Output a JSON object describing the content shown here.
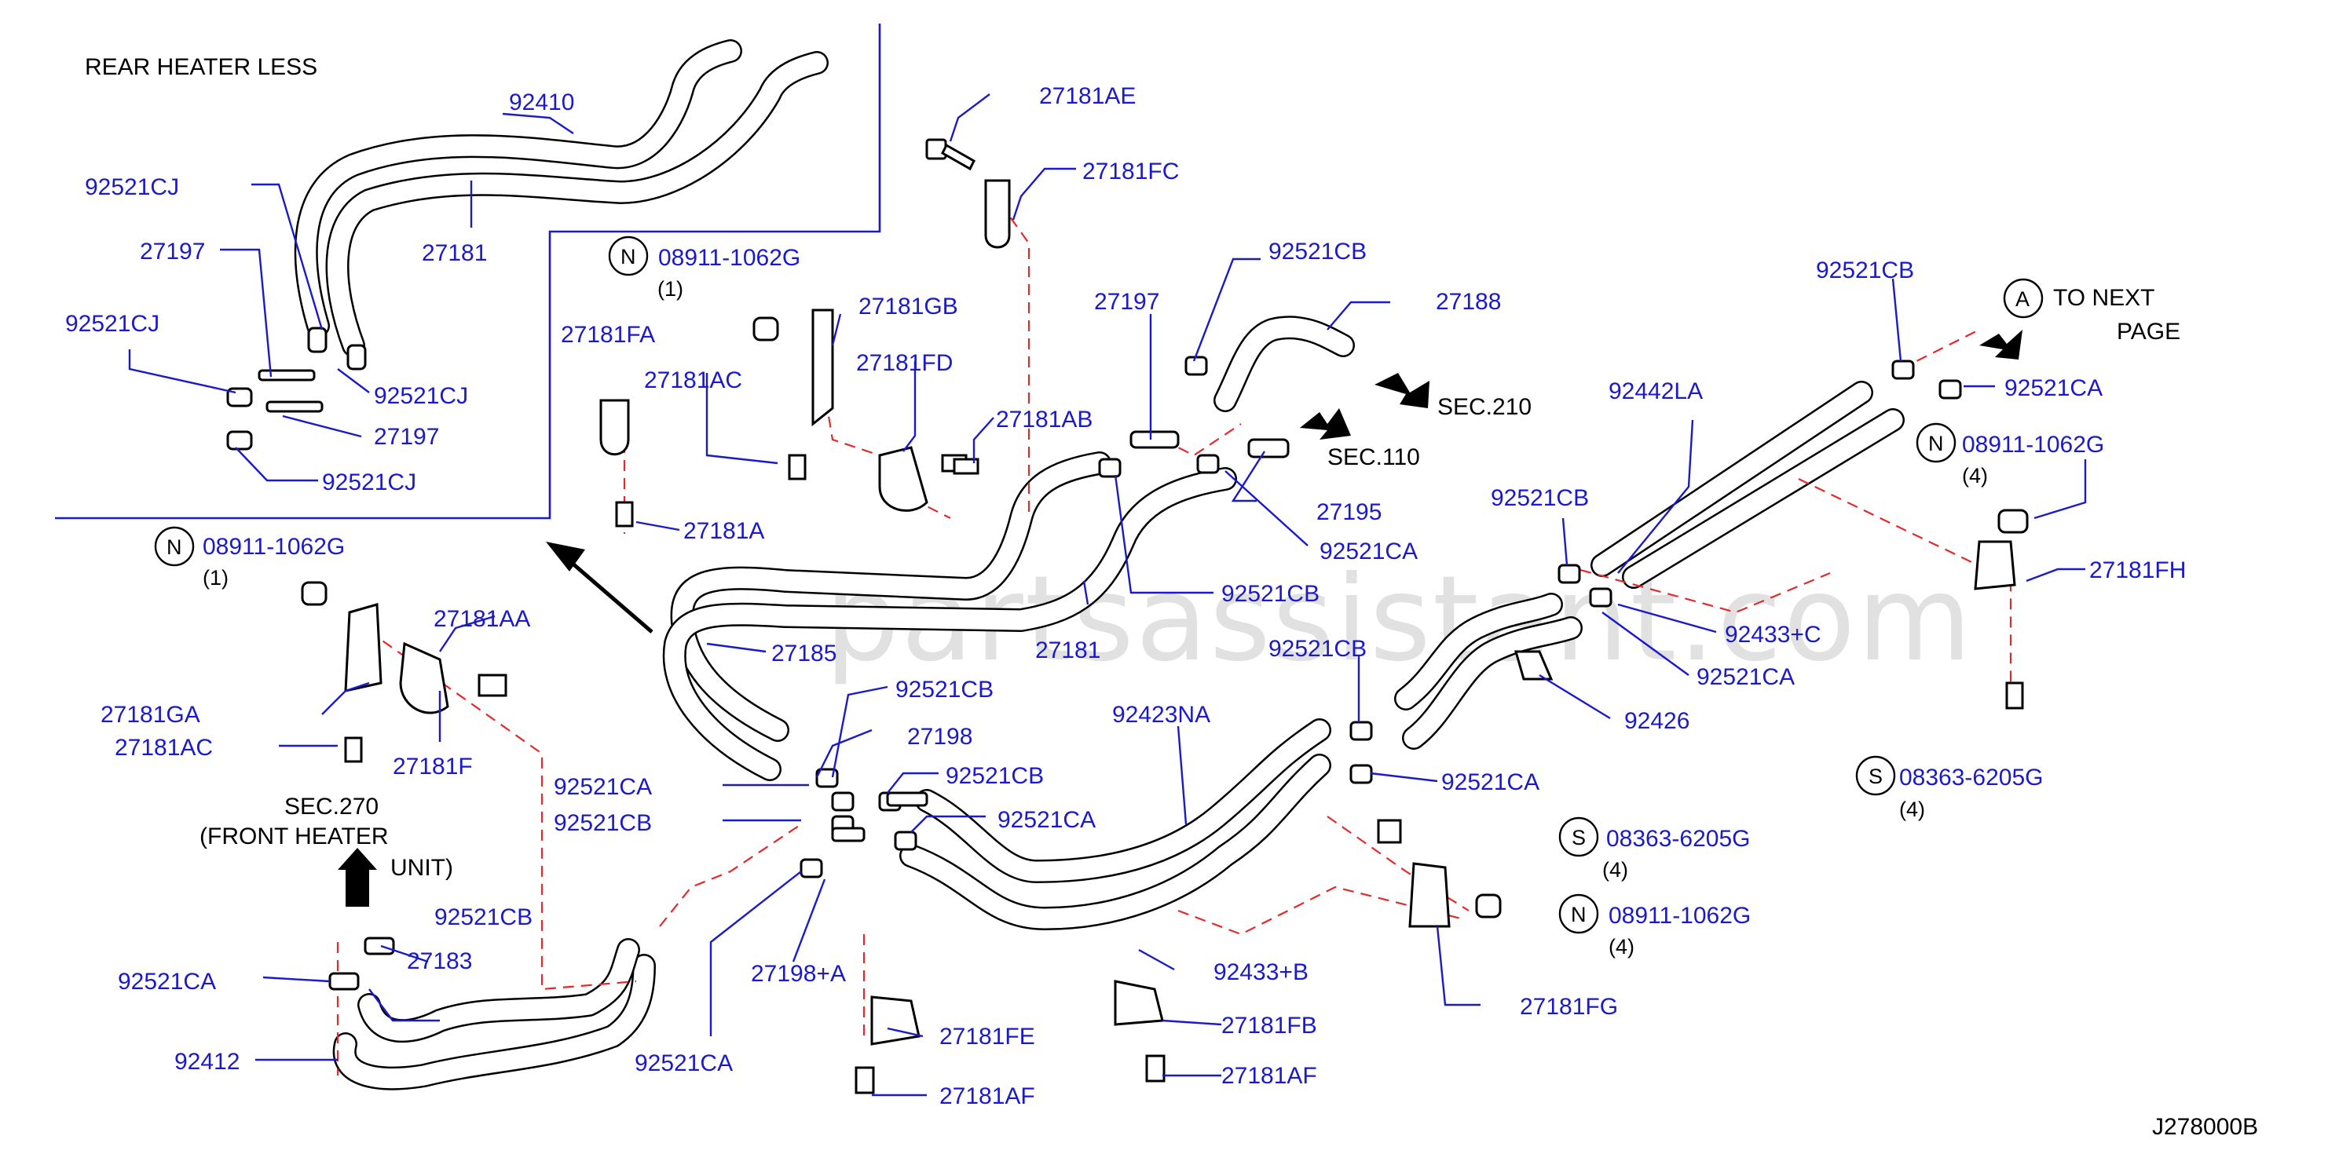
{
  "diagram_id": "J278000B",
  "watermark": "partsassistant.com",
  "notes": {
    "rear_heater_less": "REAR   HEATER   LESS",
    "to_next_page_line1": "TO   NEXT",
    "to_next_page_line2": "PAGE",
    "sec210": "SEC.210",
    "sec110": "SEC.110",
    "sec270_line1": "SEC.270",
    "sec270_line2": "(FRONT   HEATER",
    "sec270_line3": "UNIT)"
  },
  "markers": {
    "N": "N",
    "S": "S",
    "A": "A"
  },
  "quantities": {
    "q1a": "(1)",
    "q1b": "(1)",
    "q4a": "(4)",
    "q4b": "(4)",
    "q4c": "(4)",
    "q4d": "(4)"
  },
  "labels": {
    "p92410": "92410",
    "p92521CJ_a": "92521CJ",
    "p27181_inset": "27181",
    "p27197_a": "27197",
    "p92521CJ_b": "92521CJ",
    "p92521CJ_c": "92521CJ",
    "p27197_b": "27197",
    "p92521CJ_d": "92521CJ",
    "p08911_a": "08911-1062G",
    "p27181FA": "27181FA",
    "p27181AC_a": "27181AC",
    "p27181GB": "27181GB",
    "p27181FD": "27181FD",
    "p27181AB": "27181AB",
    "p27181A": "27181A",
    "p27181AE": "27181AE",
    "p27181FC": "27181FC",
    "p27197_c": "27197",
    "p92521CB_a": "92521CB",
    "p27188": "27188",
    "p27195": "27195",
    "p92521CA_a": "92521CA",
    "p92521CB_b": "92521CB",
    "p27181_main": "27181",
    "p27185": "27185",
    "p08911_b": "08911-1062G",
    "p27181AA": "27181AA",
    "p27181GA": "27181GA",
    "p27181AC_b": "27181AC",
    "p27181F": "27181F",
    "p92521CB_c": "92521CB",
    "p27198": "27198",
    "p92521CA_b": "92521CA",
    "p92521CB_d": "92521CB",
    "p92521CB_e": "92521CB",
    "p92521CA_c": "92521CA",
    "p92521CB_f": "92521CB",
    "p92521CA_d": "92521CA",
    "p27183": "27183",
    "p92412": "92412",
    "p27198A": "27198+A",
    "p92521CA_e": "92521CA",
    "p27181FE": "27181FE",
    "p27181AF_a": "27181AF",
    "p92423NA": "92423NA",
    "p92433B": "92433+B",
    "p27181FB": "27181FB",
    "p27181AF_b": "27181AF",
    "p92521CB_g": "92521CB",
    "p92521CA_f": "92521CA",
    "p08363_a": "08363-6205G",
    "p08911_c": "08911-1062G",
    "p27181FG": "27181FG",
    "p92521CB_h": "92521CB",
    "p92442LA": "92442LA",
    "p92433C": "92433+C",
    "p92521CA_g": "92521CA",
    "p92426": "92426",
    "p92521CB_i": "92521CB",
    "p92521CA_h": "92521CA",
    "p08911_d": "08911-1062G",
    "p27181FH": "27181FH",
    "p08363_b": "08363-6205G"
  },
  "colors": {
    "label_blue": "#1a1acc",
    "dash_red": "#e32a2a",
    "line_black": "#000000"
  }
}
